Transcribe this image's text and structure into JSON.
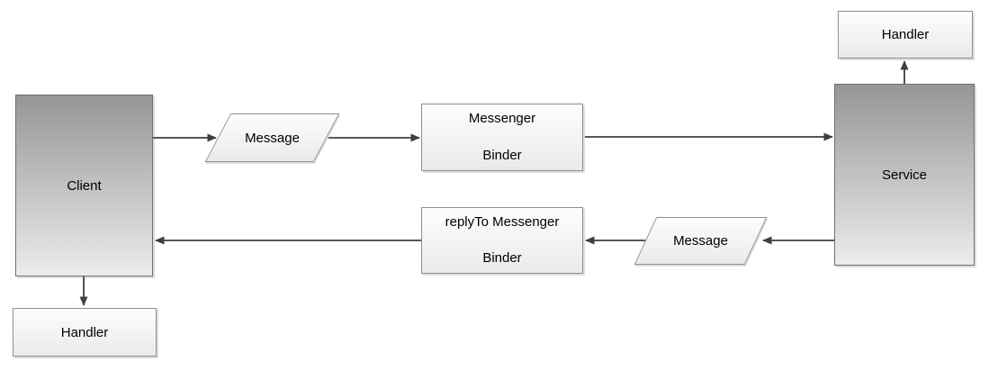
{
  "diagram_type": "flow-diagram",
  "nodes": {
    "client": {
      "label": "Client"
    },
    "client_handler": {
      "label": "Handler"
    },
    "service": {
      "label": "Service"
    },
    "service_handler": {
      "label": "Handler"
    },
    "message_request": {
      "label": "Message"
    },
    "message_reply": {
      "label": "Message"
    },
    "messenger_binder": {
      "line1": "Messenger",
      "line2": "Binder"
    },
    "replyto_messenger_binder": {
      "line1": "replyTo Messenger",
      "line2": "Binder"
    }
  },
  "edges": [
    {
      "from": "client",
      "to": "message_request",
      "direction": "right"
    },
    {
      "from": "message_request",
      "to": "messenger_binder",
      "direction": "right"
    },
    {
      "from": "messenger_binder",
      "to": "service",
      "direction": "right"
    },
    {
      "from": "service",
      "to": "service_handler",
      "direction": "up"
    },
    {
      "from": "service",
      "to": "message_reply",
      "direction": "left"
    },
    {
      "from": "message_reply",
      "to": "replyto_messenger_binder",
      "direction": "left"
    },
    {
      "from": "replyto_messenger_binder",
      "to": "client",
      "direction": "left"
    },
    {
      "from": "client",
      "to": "client_handler",
      "direction": "down"
    }
  ],
  "colors": {
    "node_grad_top": "#969696",
    "node_grad_bottom": "#ececec",
    "light_grad_top": "#fdfdfd",
    "light_grad_bottom": "#eaeaea",
    "border_dark": "#6f6f6f",
    "border_light": "#8f8f8f",
    "arrow_color": "#3f3f3f",
    "shadow_light": "#dedede"
  }
}
